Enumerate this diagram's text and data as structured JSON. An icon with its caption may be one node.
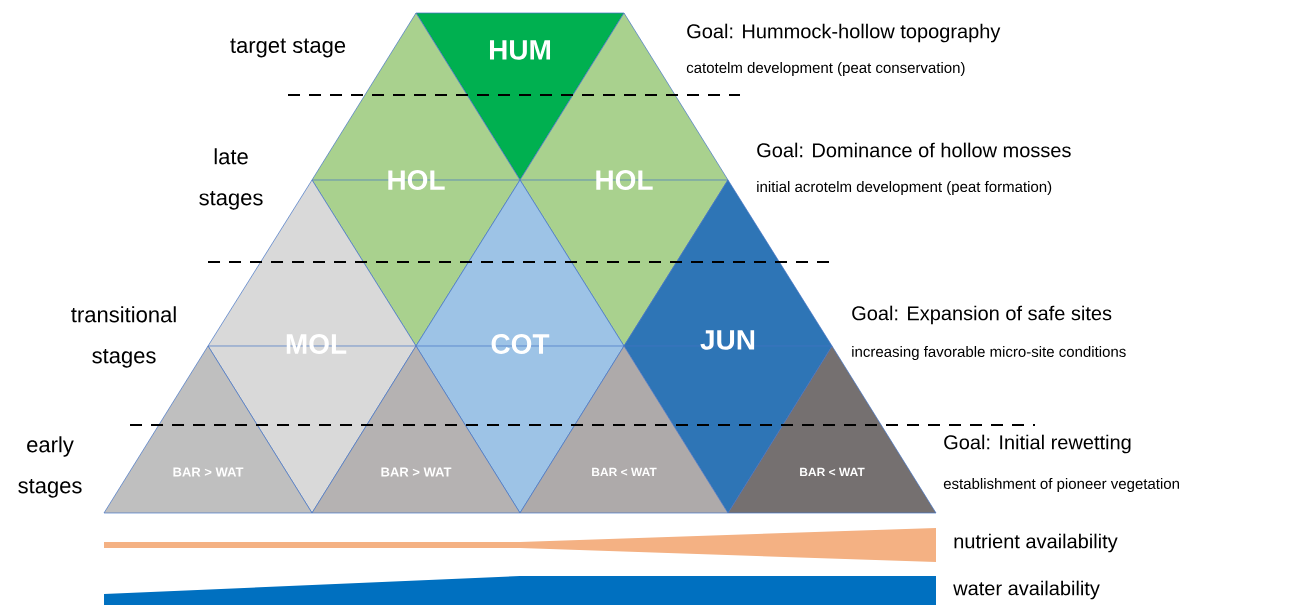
{
  "diagram": {
    "nodes": [
      {
        "text": [
          "HUM"
        ]
      },
      {
        "text": [
          "HOL"
        ]
      },
      {
        "text": [
          "HOL"
        ]
      },
      {
        "text": [
          "MOL"
        ]
      },
      {
        "text": [
          "COT"
        ]
      },
      {
        "text": [
          "JUN"
        ]
      },
      {
        "text": [
          "BAR > WAT"
        ]
      },
      {
        "text": [
          "BAR > WAT"
        ]
      },
      {
        "text": [
          "BAR < WAT"
        ]
      },
      {
        "text": [
          "BAR < WAT"
        ]
      },
      {
        "text": [],
        "shape": "wedge",
        "beside": [
          "nutrient availability"
        ]
      },
      {
        "text": [],
        "shape": "wedge",
        "beside": [
          "water availability"
        ]
      }
    ],
    "labels": [
      "target stage",
      "late stages",
      "transitional stages",
      "early stages",
      "Goal: Hummock-hollow topography",
      "catotelm development (peat conservation)",
      "Goal: Dominance of hollow mosses",
      "initial acrotelm development (peat formation)",
      "Goal: Expansion of safe sites",
      "increasing favorable micro-site conditions",
      "Goal: Initial rewetting",
      "establishment of pioneer vegetation"
    ]
  }
}
